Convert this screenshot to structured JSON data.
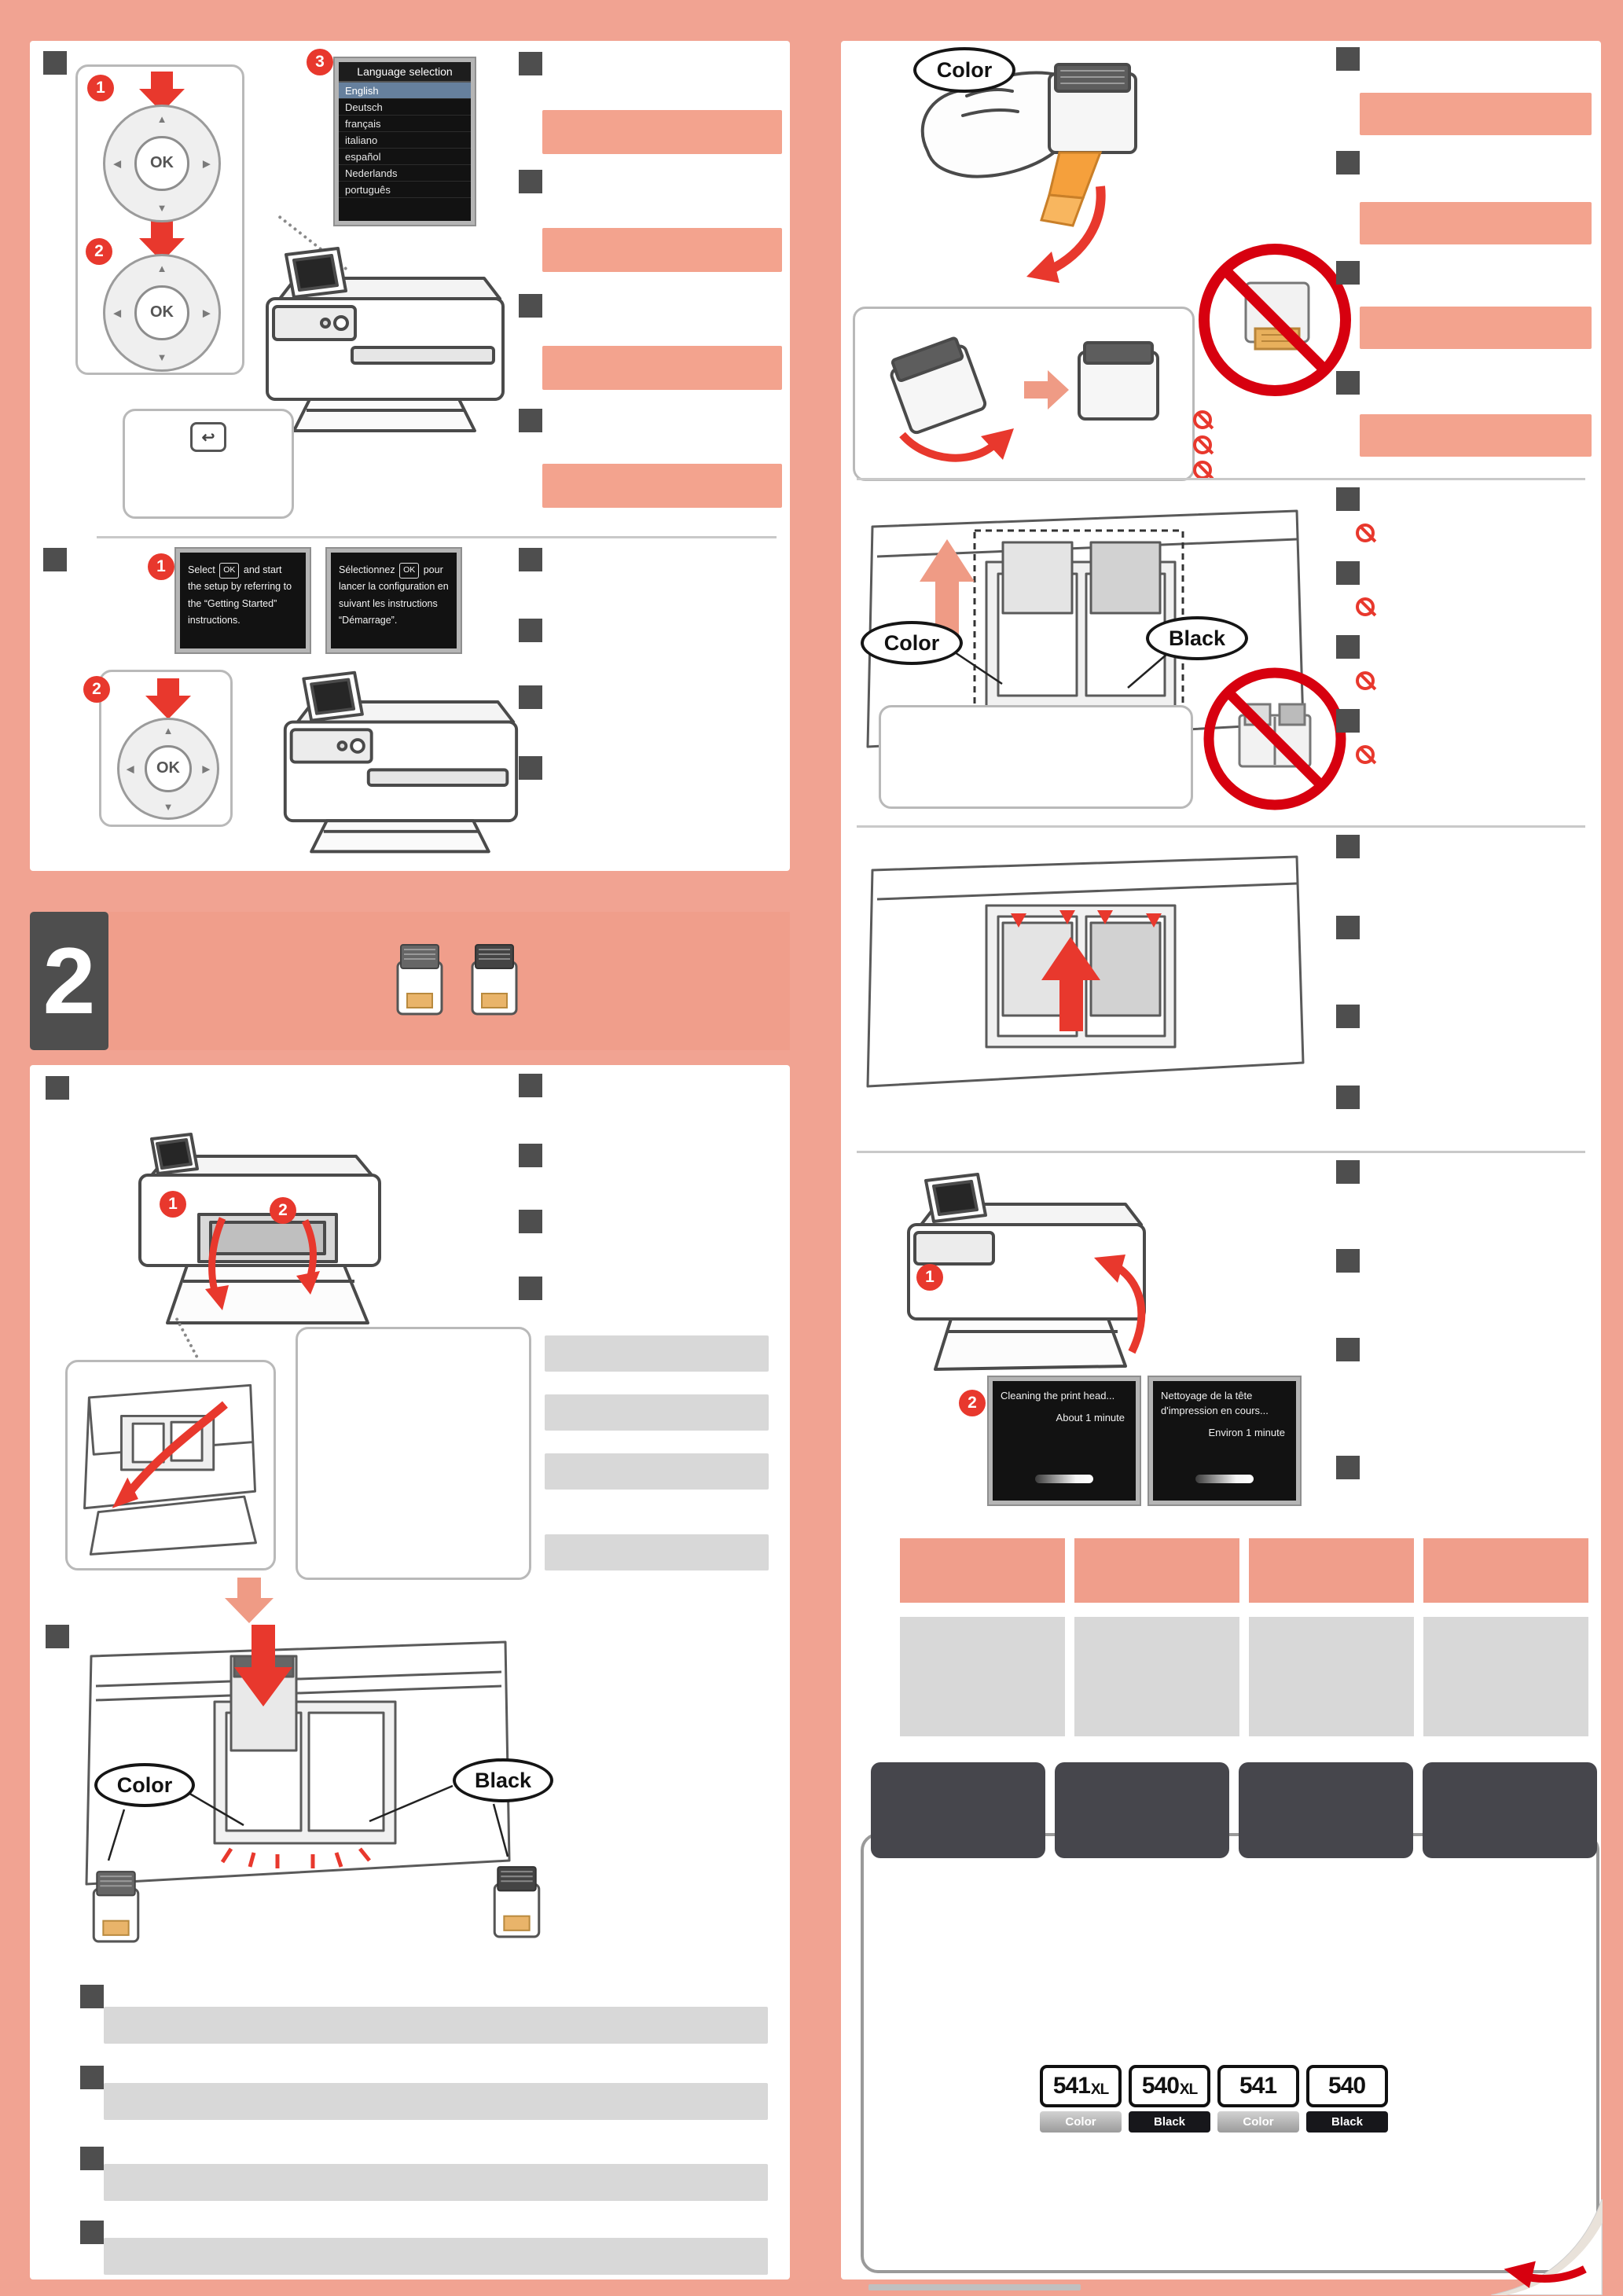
{
  "labels": {
    "ok": "OK",
    "color": "Color",
    "black": "Black",
    "badge1": "1",
    "badge2": "2",
    "badge3": "3",
    "section2_number": "2"
  },
  "icons": {
    "back": "↩",
    "up": "▲",
    "down": "▼",
    "left": "◀",
    "right": "▶"
  },
  "language_screen": {
    "title": "Language selection",
    "options": [
      "English",
      "Deutsch",
      "français",
      "italiano",
      "español",
      "Nederlands",
      "português"
    ],
    "selected": "English"
  },
  "setup_screens": {
    "english": {
      "before_ok": "Select",
      "ok": "OK",
      "after_ok": "and start the setup by referring to the “Getting Started” instructions."
    },
    "french": {
      "before_ok": "Sélectionnez",
      "ok": "OK",
      "after_ok": "pour lancer la configuration en suivant les instructions “Démarrage”."
    }
  },
  "cleaning_screens": {
    "english": {
      "line1": "Cleaning the print head...",
      "line2": "About 1 minute"
    },
    "french": {
      "line1": "Nettoyage de la tête d'impression en cours...",
      "line2": "Environ 1 minute"
    }
  },
  "cartridge_models": [
    {
      "number": "541",
      "suffix": "XL",
      "type": "Color"
    },
    {
      "number": "540",
      "suffix": "XL",
      "type": "Black"
    },
    {
      "number": "541",
      "suffix": "",
      "type": "Color"
    },
    {
      "number": "540",
      "suffix": "",
      "type": "Black"
    }
  ],
  "colors": {
    "background": "#f1a392",
    "panel": "#ffffff",
    "highlight_bar": "#f3a38e",
    "gray_bar": "#d8d8d8",
    "bullet_square": "#4e4e4e",
    "dark_block": "#46464c",
    "accent_red": "#e8382d",
    "prohibition_red": "#d7000f"
  }
}
